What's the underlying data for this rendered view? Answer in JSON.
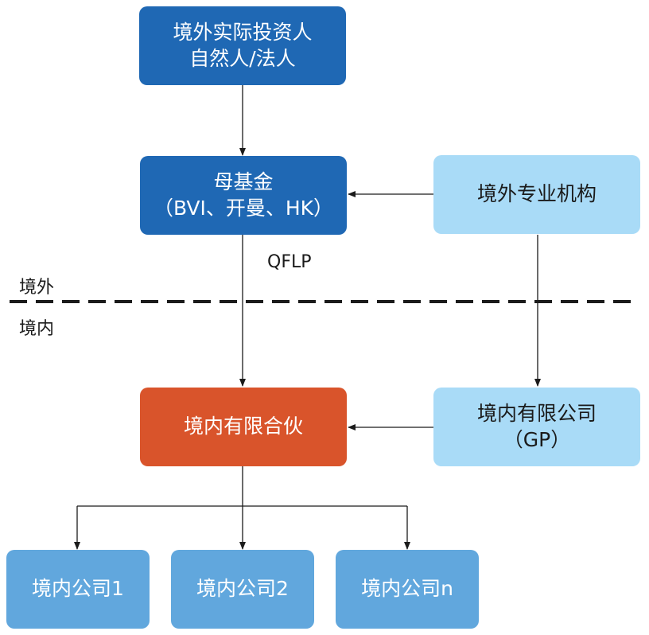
{
  "nodes": {
    "investor": {
      "line1": "境外实际投资人",
      "line2": "自然人/法人"
    },
    "mother_fund": {
      "line1": "母基金",
      "line2": "（BVI、开曼、HK）"
    },
    "foreign_institution": {
      "line1": "境外专业机构"
    },
    "domestic_lp": {
      "line1": "境内有限合伙"
    },
    "domestic_gp": {
      "line1": "境内有限公司",
      "line2": "（GP）"
    },
    "company1": {
      "line1": "境内公司1"
    },
    "company2": {
      "line1": "境内公司2"
    },
    "companyn": {
      "line1": "境内公司n"
    }
  },
  "labels": {
    "qflp": "QFLP",
    "offshore": "境外",
    "onshore": "境内"
  },
  "colors": {
    "dark_blue": "#1f68b4",
    "light_blue": "#a9dbf7",
    "orange": "#d9542b",
    "mid_blue": "#61a7dd"
  }
}
